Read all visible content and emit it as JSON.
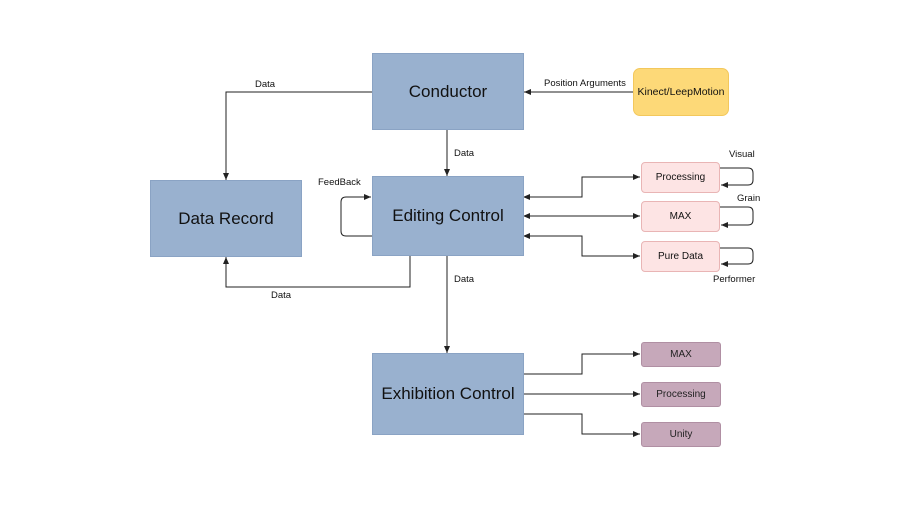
{
  "nodes": {
    "conductor": "Conductor",
    "kinect": "Kinect/LeepMotion",
    "data_record": "Data Record",
    "editing_control": "Editing Control",
    "exhibition_control": "Exhibition Control",
    "edit_processing": "Processing",
    "edit_max": "MAX",
    "edit_puredata": "Pure Data",
    "exh_max": "MAX",
    "exh_processing": "Processing",
    "exh_unity": "Unity"
  },
  "edge_labels": {
    "position_arguments": "Position Arguments",
    "data_conductor_to_record": "Data",
    "data_conductor_to_editing": "Data",
    "feedback": "FeedBack",
    "data_editing_to_record": "Data",
    "data_editing_to_exhibition": "Data",
    "visual": "Visual",
    "grain": "Grain",
    "performer": "Performer"
  },
  "colors": {
    "main_box": "#99b1cf",
    "source_box": "#fdd978",
    "edit_tool_box": "#fde4e4",
    "exhibition_tool_box": "#c6a8ba",
    "edge": "#222222"
  }
}
